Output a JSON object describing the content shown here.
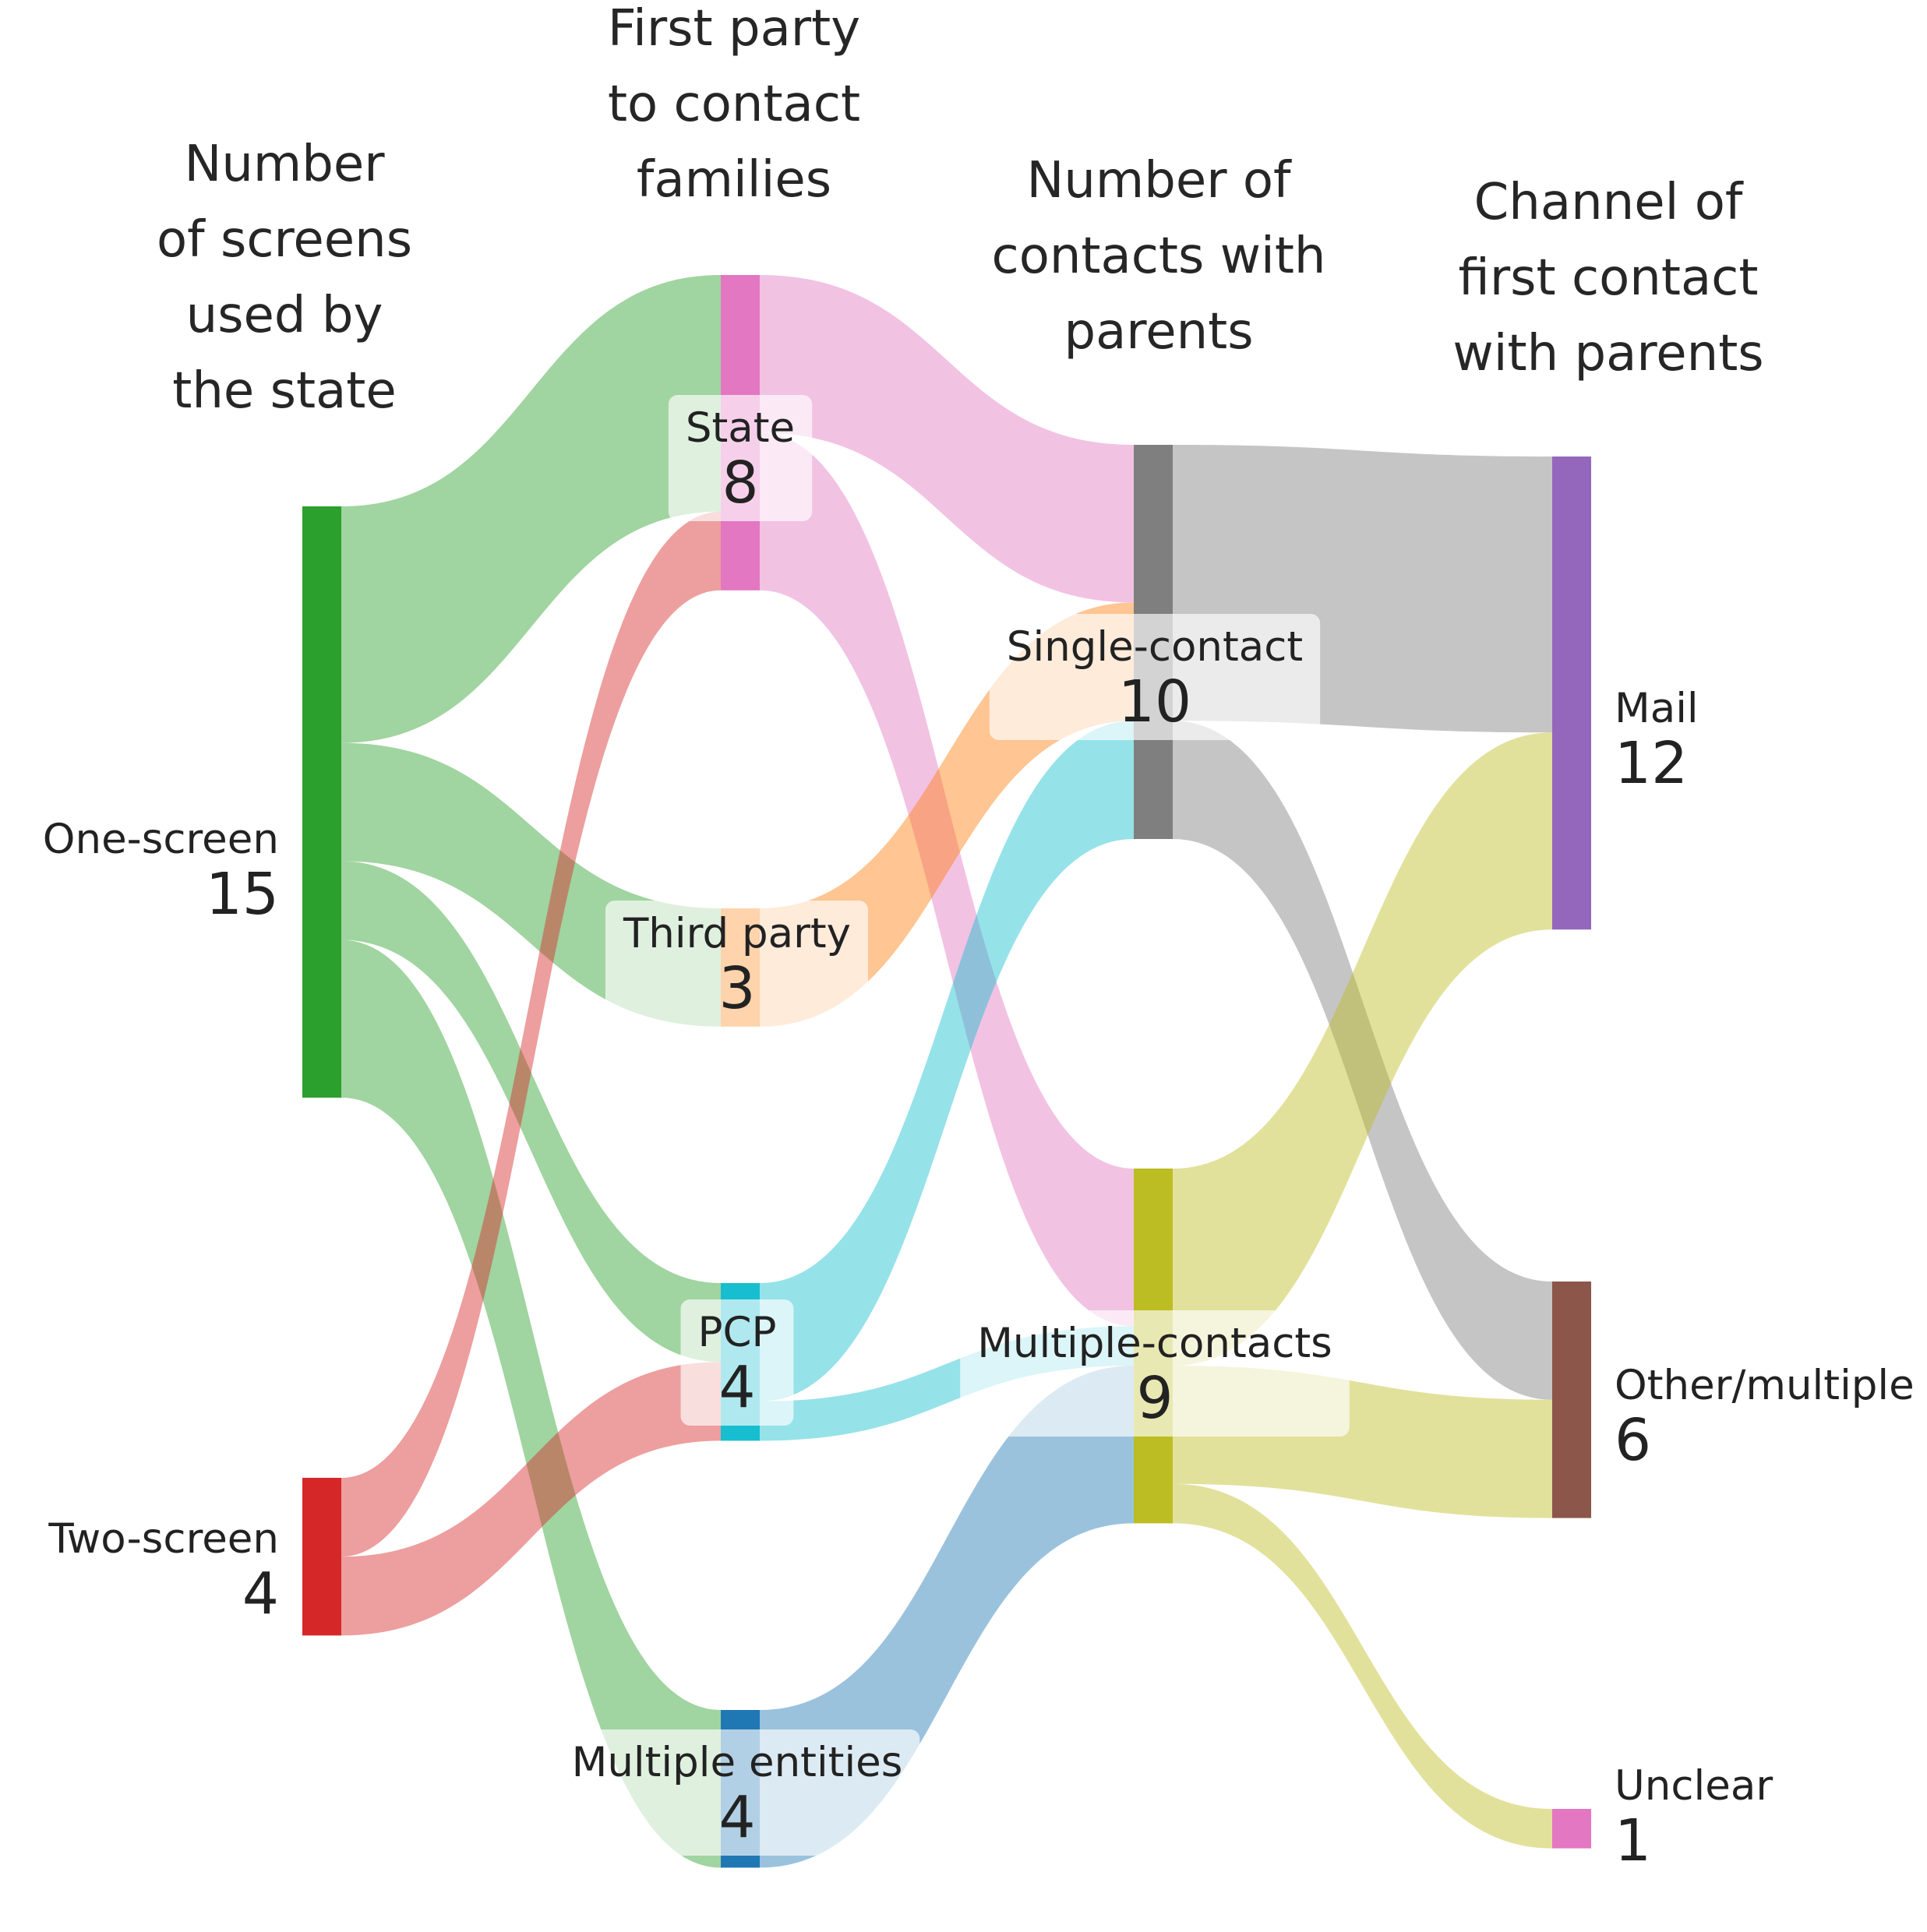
{
  "chart_data": {
    "type": "sankey",
    "columns": [
      {
        "title": [
          "Number",
          "of screens",
          "used by",
          "the state"
        ],
        "nodes": [
          {
            "id": "one_screen",
            "label": "One-screen",
            "value": 15,
            "color": "#2ca02c"
          },
          {
            "id": "two_screen",
            "label": "Two-screen",
            "value": 4,
            "color": "#d62728"
          }
        ]
      },
      {
        "title": [
          "First party",
          "to contact",
          "families"
        ],
        "nodes": [
          {
            "id": "state",
            "label": "State",
            "value": 8,
            "color": "#e377c2"
          },
          {
            "id": "third_party",
            "label": "Third party",
            "value": 3,
            "color": "#ff7f0e"
          },
          {
            "id": "pcp",
            "label": "PCP",
            "value": 4,
            "color": "#17becf"
          },
          {
            "id": "multiple_entities",
            "label": "Multiple entities",
            "value": 4,
            "color": "#1f77b4"
          }
        ]
      },
      {
        "title": [
          "Number of",
          "contacts with",
          "parents"
        ],
        "nodes": [
          {
            "id": "single_contact",
            "label": "Single-contact",
            "value": 10,
            "color": "#7f7f7f"
          },
          {
            "id": "multiple_contacts",
            "label": "Multiple-contacts",
            "value": 9,
            "color": "#bcbd22"
          }
        ]
      },
      {
        "title": [
          "Channel of",
          "first contact",
          "with parents"
        ],
        "nodes": [
          {
            "id": "mail",
            "label": "Mail",
            "value": 12,
            "color": "#9467bd"
          },
          {
            "id": "other_multiple",
            "label": "Other/multiple",
            "value": 6,
            "color": "#8c564b"
          },
          {
            "id": "unclear",
            "label": "Unclear",
            "value": 1,
            "color": "#e377c2"
          }
        ]
      }
    ],
    "links": [
      {
        "source": "one_screen",
        "target": "state",
        "value": 6
      },
      {
        "source": "one_screen",
        "target": "third_party",
        "value": 3
      },
      {
        "source": "one_screen",
        "target": "pcp",
        "value": 2
      },
      {
        "source": "one_screen",
        "target": "multiple_entities",
        "value": 4
      },
      {
        "source": "two_screen",
        "target": "state",
        "value": 2
      },
      {
        "source": "two_screen",
        "target": "pcp",
        "value": 2
      },
      {
        "source": "state",
        "target": "single_contact",
        "value": 4
      },
      {
        "source": "state",
        "target": "multiple_contacts",
        "value": 4
      },
      {
        "source": "third_party",
        "target": "single_contact",
        "value": 3
      },
      {
        "source": "pcp",
        "target": "single_contact",
        "value": 3
      },
      {
        "source": "pcp",
        "target": "multiple_contacts",
        "value": 1
      },
      {
        "source": "multiple_entities",
        "target": "multiple_contacts",
        "value": 4
      },
      {
        "source": "single_contact",
        "target": "mail",
        "value": 7
      },
      {
        "source": "single_contact",
        "target": "other_multiple",
        "value": 3
      },
      {
        "source": "multiple_contacts",
        "target": "mail",
        "value": 5
      },
      {
        "source": "multiple_contacts",
        "target": "other_multiple",
        "value": 3
      },
      {
        "source": "multiple_contacts",
        "target": "unclear",
        "value": 1
      }
    ]
  }
}
